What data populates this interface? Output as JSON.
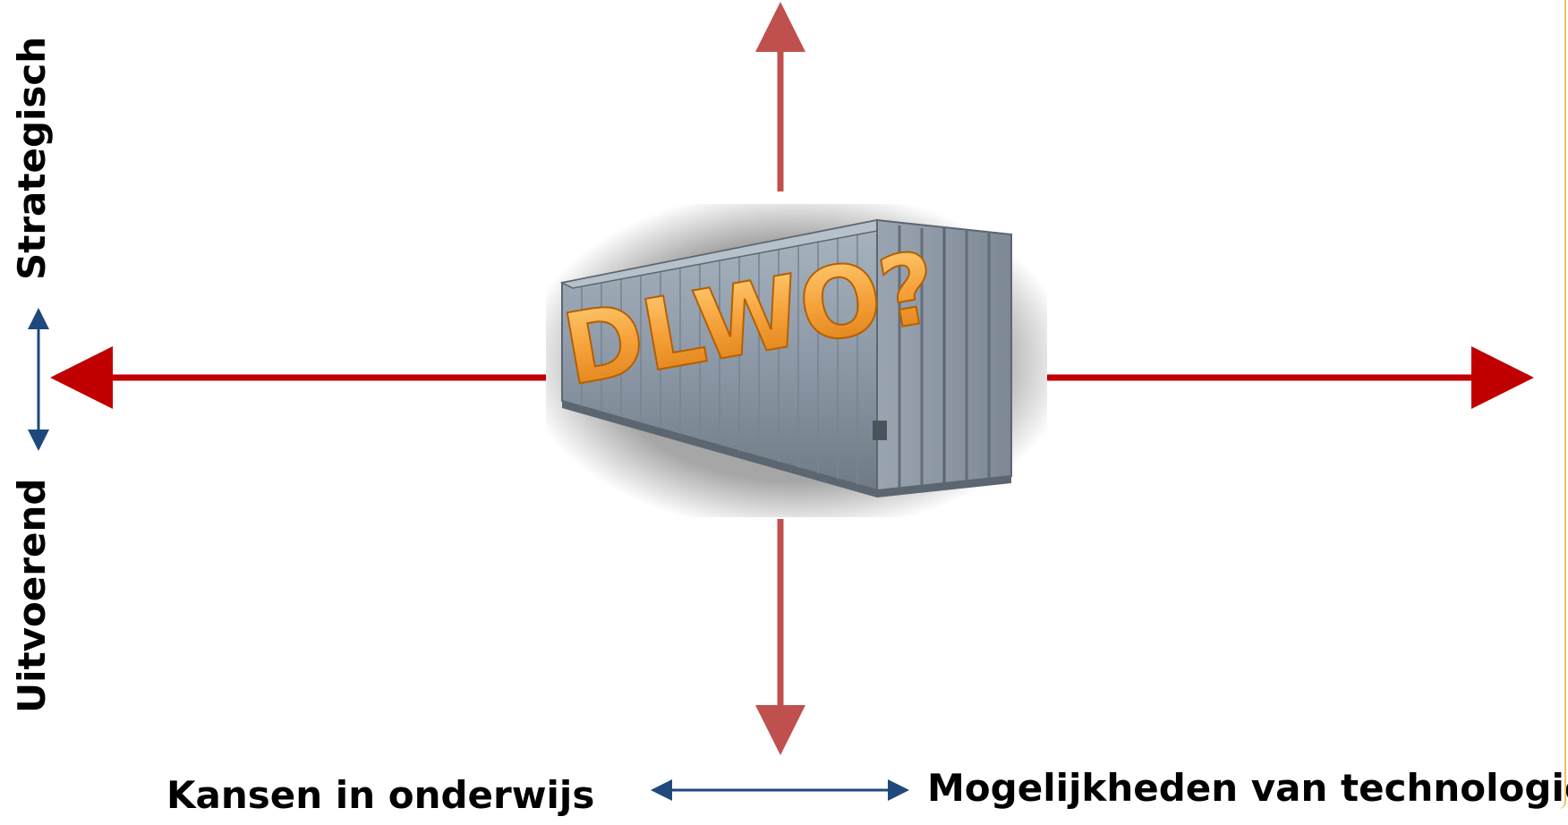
{
  "diagram": {
    "center_title": "DLWO?",
    "labels": {
      "strategic": "Strategisch",
      "executing": "Uitvoerend",
      "education_opportunities": "Kansen  in onderwijs",
      "technology_possibilities": "Mogelijkheden van technologie"
    },
    "colors": {
      "axis_red": "#c00000",
      "axis_red_vertical": "#c0504d",
      "scale_blue": "#1f497d",
      "title_orange": "#f6a13a",
      "container_gray": "#8e9aa8",
      "frame_accent": "#f0c060"
    }
  }
}
